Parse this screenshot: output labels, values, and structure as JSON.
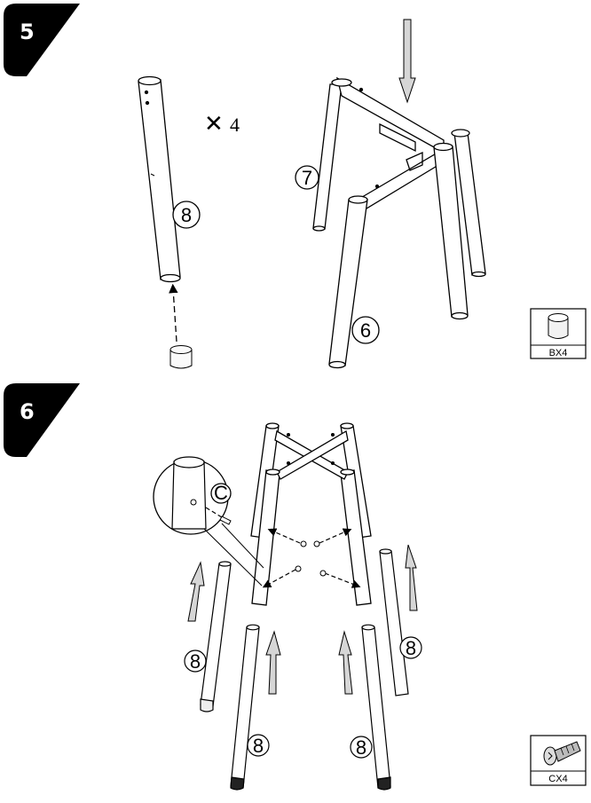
{
  "step5": {
    "number": "5",
    "multiplier_symbol": "✕",
    "multiplier_count": "4",
    "callouts": [
      "8",
      "7",
      "6"
    ],
    "part_box": {
      "code": "BX4"
    }
  },
  "step6": {
    "number": "6",
    "screw_callout": "C",
    "callouts": [
      "8",
      "8",
      "8",
      "8"
    ],
    "part_box": {
      "code": "CX4"
    }
  },
  "colors": {
    "line": "#000000",
    "arrow_fill": "#d6d6d6",
    "foot": "#e8e8e8"
  }
}
